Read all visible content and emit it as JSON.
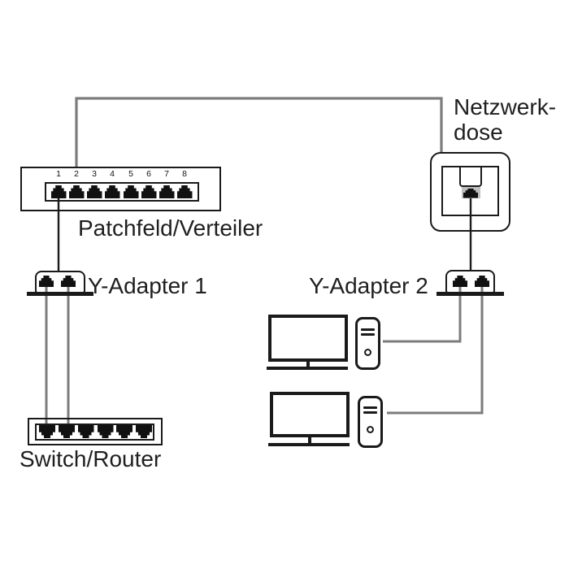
{
  "colors": {
    "cable_gray": "#7c7c7c",
    "line_black": "#1c1c1c"
  },
  "patch_panel": {
    "label": "Patchfeld/Verteiler",
    "port_numbers": [
      "1",
      "2",
      "3",
      "4",
      "5",
      "6",
      "7",
      "8"
    ]
  },
  "switch": {
    "label": "Switch/Router"
  },
  "y_adapter_1": {
    "label": "Y-Adapter 1"
  },
  "y_adapter_2": {
    "label": "Y-Adapter 2"
  },
  "wall_socket": {
    "label_line1": "Netzwerk-",
    "label_line2": "dose"
  }
}
